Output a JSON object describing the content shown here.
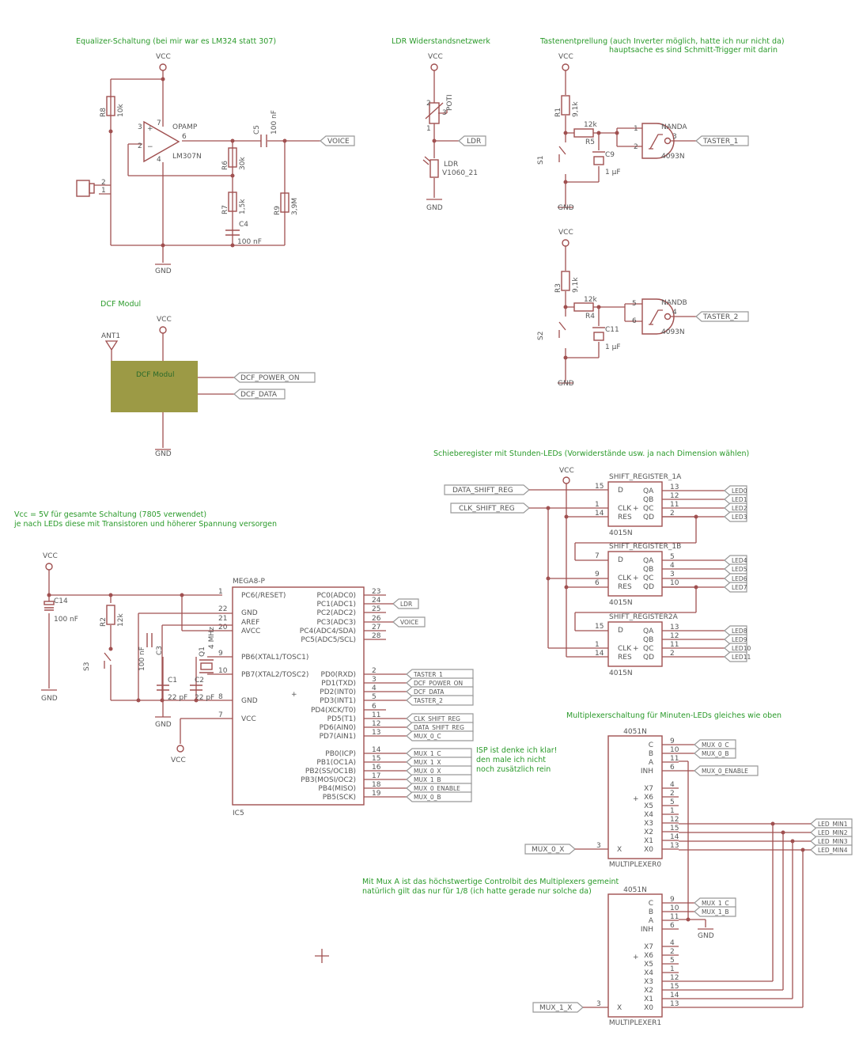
{
  "notes": {
    "equalizer": "Equalizer-Schaltung (bei mir war es LM324 statt 307)",
    "ldr_net": "LDR Widerstandsnetzwerk",
    "debounce1": "Tastenentprellung (auch Inverter möglich, hatte ich nur nicht da)",
    "debounce2": "hauptsache es sind Schmitt-Trigger mit darin",
    "dcf": "DCF Modul",
    "shift": "Schieberegister mit Stunden-LEDs (Vorwiderstände usw. ja nach Dimension wählen)",
    "vcc1": "Vcc = 5V für gesamte Schaltung (7805 verwendet)",
    "vcc2": "je nach LEDs diese mit Transistoren und höherer Spannung versorgen",
    "mux": "Multiplexerschaltung für Minuten-LEDs gleiches wie oben",
    "isp1": "ISP ist denke ich klar!",
    "isp2": "den male ich nicht",
    "isp3": "noch zusätzlich rein",
    "muxa1": "Mit Mux A ist das höchstwertige Controlbit des Multiplexers gemeint",
    "muxa2": "natürlich gilt das nur für 1/8 (ich hatte gerade nur solche da)"
  },
  "power": {
    "vcc": "VCC",
    "gnd": "GND"
  },
  "equalizer": {
    "opamp_name": "OPAMP",
    "opamp_value": "LM307N",
    "r8": "R8",
    "r8v": "10k",
    "r6": "R6",
    "r6v": "30k",
    "r7": "R7",
    "r7v": "1,5k",
    "r9": "R9",
    "r9v": "3,9M",
    "c5": "C5",
    "c5v": "100 nF",
    "c4": "C4",
    "c4v": "100 nF",
    "pin2": "2",
    "pin3": "3",
    "pin4": "4",
    "pin6": "6",
    "pin7": "7",
    "pm1": "1",
    "pm2": "2"
  },
  "ldr": {
    "poti": "POTI",
    "ldr": "LDR",
    "ldr_v": "V1060_21",
    "p1": "1",
    "p2": "2",
    "p3": "3"
  },
  "debounce": {
    "r1": "R1",
    "r1v": "9,1k",
    "r5": "R5",
    "r5v": "12k",
    "c9": "C9",
    "c9v": "1 µF",
    "s1": "S1",
    "nanda": "NANDA",
    "nanda_v": "4093N",
    "r3": "R3",
    "r3v": "9,1k",
    "r4": "R4",
    "r4v": "12k",
    "c11": "C11",
    "c11v": "1 µF",
    "s2": "S2",
    "nandb": "NANDB",
    "nandb_v": "4093N",
    "pa1": "1",
    "pa2": "2",
    "pa3": "3",
    "pb5": "5",
    "pb6": "6",
    "pb4": "4",
    "sp1": "1",
    "sp2": "2"
  },
  "dcf": {
    "ant": "ANT1",
    "module": "DCF Modul"
  },
  "labels": {
    "voice": "VOICE",
    "ldr": "LDR",
    "taster1": "TASTER_1",
    "taster2": "TASTER_2",
    "dcf_power": "DCF_POWER_ON",
    "dcf_data": "DCF_DATA",
    "data_shift": "DATA_SHIFT_REG",
    "clk_shift": "CLK_SHIFT_REG",
    "mux0x": "MUX_0_X",
    "mux1x": "MUX_1_X",
    "mux_enable": "MUX_0_ENABLE",
    "mux0c": "MUX_0_C",
    "mux0b": "MUX_0_B",
    "mux1c": "MUX_1_C",
    "mux1b": "MUX_1_B"
  },
  "shift": {
    "a": "SHIFT_REGISTER_1A",
    "b": "SHIFT_REGISTER_1B",
    "c": "SHIFT_REGISTER2A",
    "value": "4015N",
    "pins": [
      "D",
      "CLK",
      "RES",
      "QA",
      "QB",
      "QC",
      "QD"
    ],
    "pins_a": [
      "15",
      "1",
      "14",
      "13",
      "12",
      "11",
      "2"
    ],
    "pins_b": [
      "7",
      "9",
      "6",
      "5",
      "4",
      "3",
      "10"
    ],
    "pins_c": [
      "15",
      "1",
      "14",
      "13",
      "12",
      "11",
      "2"
    ],
    "leds": [
      "LED0",
      "LED1",
      "LED2",
      "LED3",
      "LED4",
      "LED5",
      "LED6",
      "LED7",
      "LED8",
      "LED9",
      "LED10",
      "LED11"
    ]
  },
  "mcu": {
    "name": "MEGA8-P",
    "ref": "IC5",
    "left_pins": [
      {
        "num": "1",
        "name": "PC6(/RESET)"
      },
      {
        "num": "22",
        "name": "GND"
      },
      {
        "num": "21",
        "name": "AREF"
      },
      {
        "num": "20",
        "name": "AVCC"
      },
      {
        "num": "9",
        "name": "PB6(XTAL1/TOSC1)"
      },
      {
        "num": "10",
        "name": "PB7(XTAL2/TOSC2)"
      },
      {
        "num": "8",
        "name": "GND"
      },
      {
        "num": "7",
        "name": "VCC"
      }
    ],
    "right_pins": [
      {
        "num": "23",
        "name": "PC0(ADC0)"
      },
      {
        "num": "24",
        "name": "PC1(ADC1)"
      },
      {
        "num": "25",
        "name": "PC2(ADC2)"
      },
      {
        "num": "26",
        "name": "PC3(ADC3)"
      },
      {
        "num": "27",
        "name": "PC4(ADC4/SDA)"
      },
      {
        "num": "28",
        "name": "PC5(ADC5/SCL)"
      },
      {
        "num": "2",
        "name": "PD0(RXD)"
      },
      {
        "num": "3",
        "name": "PD1(TXD)"
      },
      {
        "num": "4",
        "name": "PD2(INT0)"
      },
      {
        "num": "5",
        "name": "PD3(INT1)"
      },
      {
        "num": "6",
        "name": "PD4(XCK/T0)"
      },
      {
        "num": "11",
        "name": "PD5(T1)"
      },
      {
        "num": "12",
        "name": "PD6(AIN0)"
      },
      {
        "num": "13",
        "name": "PD7(AIN1)"
      },
      {
        "num": "14",
        "name": "PB0(ICP)"
      },
      {
        "num": "15",
        "name": "PB1(OC1A)"
      },
      {
        "num": "16",
        "name": "PB2(SS/OC1B)"
      },
      {
        "num": "17",
        "name": "PB3(MOSI/OC2)"
      },
      {
        "num": "18",
        "name": "PB4(MISO)"
      },
      {
        "num": "19",
        "name": "PB5(SCK)"
      }
    ],
    "pd_labels": [
      "TASTER_1",
      "DCF_POWER_ON",
      "DCF_DATA",
      "TASTER_2",
      "",
      "CLK_SHIFT_REG",
      "DATA_SHIFT_REG",
      "MUX_0_C"
    ],
    "pb_labels": [
      "MUX_1_C",
      "MUX_1_X",
      "MUX_0_X",
      "MUX_1_B",
      "MUX_0_ENABLE",
      "MUX_0_B"
    ],
    "c14": "C14",
    "c14v": "100 nF",
    "r2": "R2",
    "r2v": "12k",
    "c3": "C3",
    "c3v": "100 nF",
    "q1": "Q1",
    "q1v": "4 MHz",
    "c1": "C1",
    "c1v": "22 pF",
    "c2": "C2",
    "c2v": "22 pF",
    "s3": "S3"
  },
  "mux": {
    "value": "4051N",
    "name0": "MULTIPLEXER0",
    "name1": "MULTIPLEXER1",
    "pins": [
      "C",
      "B",
      "A",
      "INH",
      "X7",
      "X6",
      "X5",
      "X4",
      "X3",
      "X2",
      "X1",
      "X0"
    ],
    "pin_nums": [
      "9",
      "10",
      "11",
      "6",
      "4",
      "2",
      "5",
      "1",
      "12",
      "15",
      "14",
      "13"
    ],
    "x": "X",
    "x_num": "3",
    "leds": [
      "LED_MIN1",
      "LED_MIN2",
      "LED_MIN3",
      "LED_MIN4"
    ]
  },
  "colors": {
    "wire": "#a05050",
    "note": "#2a9a2a",
    "module": "#9c9a45"
  }
}
